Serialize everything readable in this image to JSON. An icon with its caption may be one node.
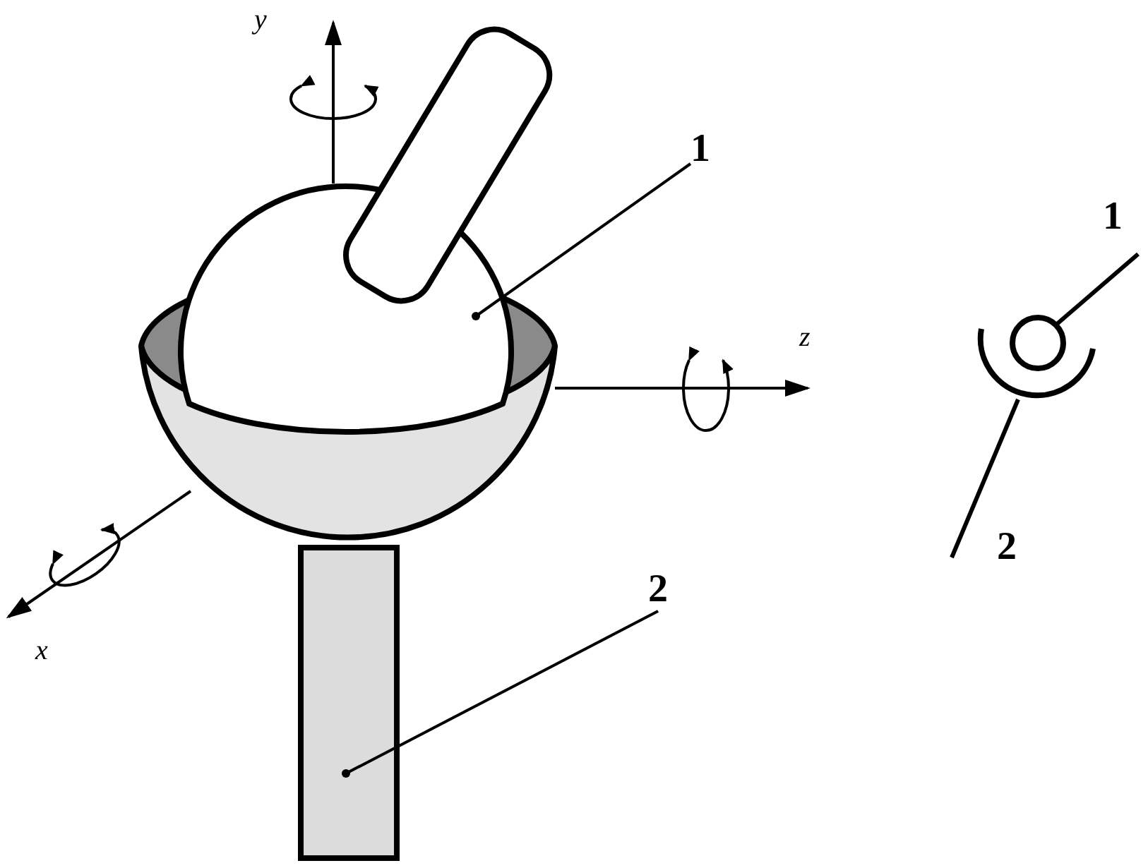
{
  "diagram": {
    "nodes": [
      {
        "text": [
          "1"
        ]
      },
      {
        "text": [],
        "shape": "circle"
      },
      {
        "text": [
          "2"
        ]
      },
      {
        "text": [],
        "shape": "bar"
      }
    ],
    "edges": [
      {
        "from": 0,
        "to": 1,
        "arrow": "other"
      },
      {
        "from": 2,
        "to": 3,
        "arrow": "other"
      }
    ],
    "labels": [
      "y",
      "1",
      "z",
      "2",
      "x"
    ]
  }
}
